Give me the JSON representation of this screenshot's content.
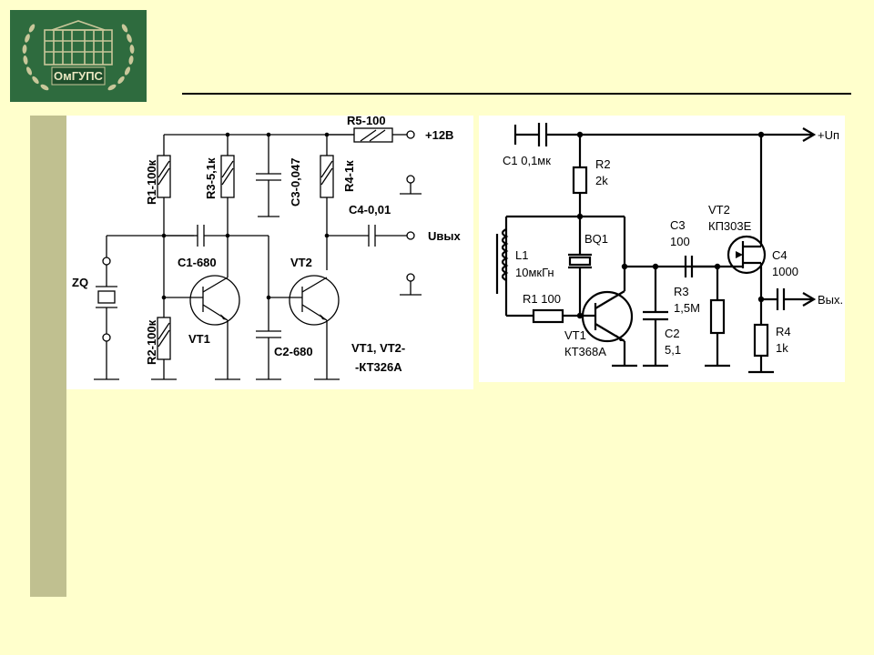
{
  "logo": {
    "text": "ОмГУПС",
    "colors": {
      "background": "#2e6b3e",
      "accent": "#c9c79a"
    }
  },
  "colors": {
    "slide": "#ffffcc",
    "sidebar": "#c0c090",
    "panel": "#ffffff",
    "wire": "#000000"
  },
  "circuit_a": {
    "labels": {
      "r5": "R5-100",
      "supply": "+12В",
      "r1": "R1-100к",
      "r3": "R3-5,1к",
      "c3": "C3-0,047",
      "r4": "R4-1к",
      "c4": "C4-0,01",
      "uout": "Uвых",
      "c1": "C1-680",
      "vt2": "VT2",
      "zq": "ZQ",
      "r2": "R2-100к",
      "vt1": "VT1",
      "c2": "C2-680",
      "note1": "VT1, VT2-",
      "note2": "-КТ326А"
    }
  },
  "circuit_b": {
    "labels": {
      "c1": "C1 0,1мк",
      "r2": "R2",
      "r2v": "2k",
      "supply": "+Uп",
      "c3": "C3",
      "c3v": "100",
      "vt2": "VT2",
      "vt2t": "КП303Е",
      "bq1": "BQ1",
      "l1": "L1",
      "l1v": "10мкГн",
      "c4": "C4",
      "c4v": "1000",
      "r3": "R3",
      "r3v": "1,5М",
      "r1": "R1 100",
      "out": "Вых.",
      "vt1": "VT1",
      "vt1t": "КТ368А",
      "c2": "C2",
      "c2v": "5,1",
      "r4": "R4",
      "r4v": "1k"
    }
  }
}
